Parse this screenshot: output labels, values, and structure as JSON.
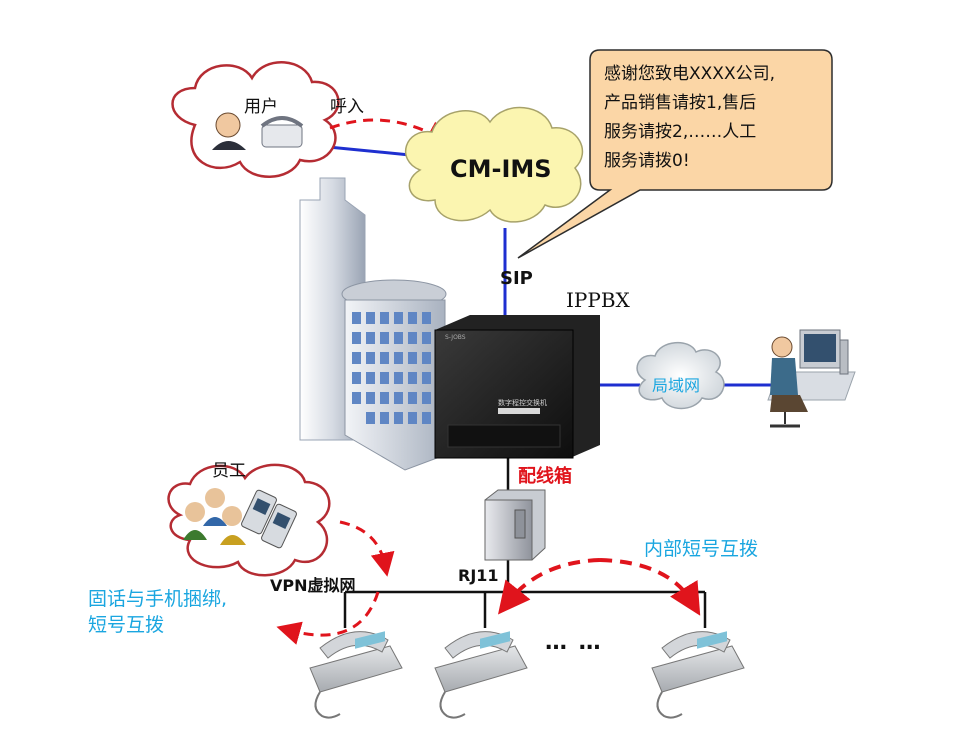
{
  "labels": {
    "user": "用户",
    "call_in": "呼入",
    "cloud_main": "CM-IMS",
    "sip": "SIP",
    "ippbx": "IPPBX",
    "lan": "局域网",
    "distribution_box": "配线箱",
    "rj11": "RJ11",
    "employee": "员工",
    "vpn": "VPN虚拟网",
    "fixed_mobile_line1": "固话与手机捆绑,",
    "fixed_mobile_line2": "短号互拨",
    "internal_dial": "内部短号互拨",
    "ellipsis": "…  …",
    "pbx_panel_text": "数字程控交换机",
    "pbx_brand": "S-JOBS"
  },
  "speech_bubble": {
    "lines": [
      "感谢您致电XXXX公司,",
      "产品销售请按1,售后",
      "服务请按2,……人工",
      "服务请拨0!"
    ]
  },
  "colors": {
    "link_line": "#1e2fd0",
    "dashed_arrow": "#e0141c",
    "cloud_fill": "#fbf5b0",
    "bubble_fill": "#fbd6a6",
    "accent_cyan": "#1aa6e0"
  }
}
